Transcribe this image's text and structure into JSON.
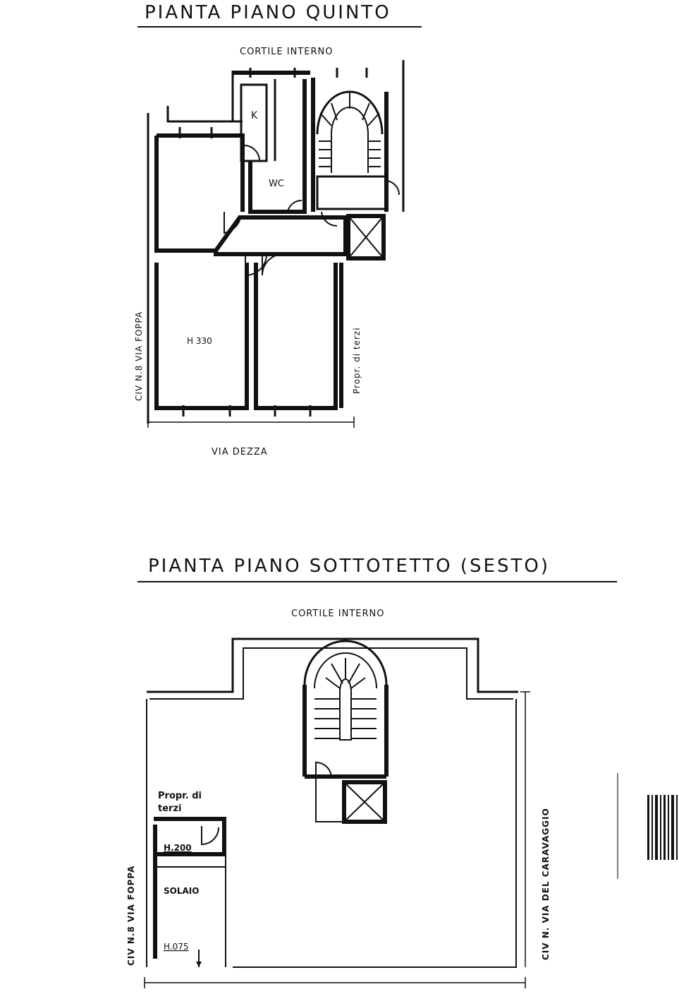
{
  "plan_fifth": {
    "title": "PIANTA   PIANO   QUINTO",
    "courtyard_label": "CORTILE  INTERNO",
    "room_kitchen": "K",
    "room_wc": "WC",
    "room_height": "H 330",
    "street_bottom": "VIA   DEZZA",
    "street_left": "CIV  N.8  VIA  FOPPA",
    "neighbor_label": "Propr. di terzi"
  },
  "plan_attic": {
    "title": "PIANTA   PIANO   SOTTOTETTO     (SESTO)",
    "courtyard_label": "CORTILE     INTERNO",
    "neighbor_label_line1": "Propr. di",
    "neighbor_label_line2": "terzi",
    "height_top": "H.200",
    "attic_label": "SOLAIO",
    "height_bottom": "H.075",
    "street_left": "CIV  N.8  VIA  FOPPA",
    "street_right": "CIV  N.  VIA  DEL  CARAVAGGIO"
  }
}
